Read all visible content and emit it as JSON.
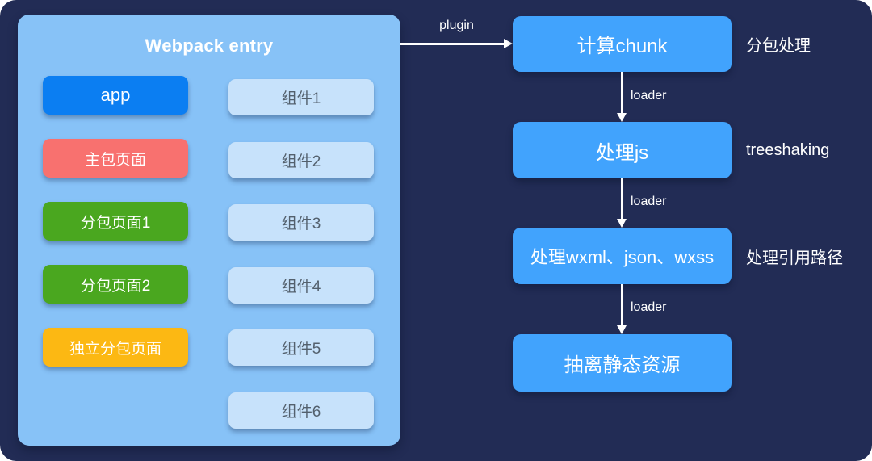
{
  "colors": {
    "board_bg": "#222c55",
    "panel_bg": "#87c2f7",
    "chip_app": "#0b7ef2",
    "chip_main": "#f8716f",
    "chip_sub": "#4aa71f",
    "chip_indep": "#fcb813",
    "chip_component": "#c7e2fb",
    "chip_component_text": "#53606d",
    "flow_box": "#41a3fd",
    "white": "#ffffff"
  },
  "panel": {
    "title": "Webpack entry",
    "entries": [
      {
        "label": "app"
      },
      {
        "label": "主包页面"
      },
      {
        "label": "分包页面1"
      },
      {
        "label": "分包页面2"
      },
      {
        "label": "独立分包页面"
      }
    ],
    "components": [
      {
        "label": "组件1"
      },
      {
        "label": "组件2"
      },
      {
        "label": "组件3"
      },
      {
        "label": "组件4"
      },
      {
        "label": "组件5"
      },
      {
        "label": "组件6"
      }
    ]
  },
  "flow": {
    "plugin_label": "plugin",
    "steps": [
      {
        "label": "计算chunk",
        "side_note": "分包处理",
        "edge_label": "loader"
      },
      {
        "label": "处理js",
        "side_note": "treeshaking",
        "edge_label": "loader"
      },
      {
        "label": "处理wxml、json、wxss",
        "side_note": "处理引用路径",
        "edge_label": "loader"
      },
      {
        "label": "抽离静态资源",
        "side_note": ""
      }
    ]
  }
}
